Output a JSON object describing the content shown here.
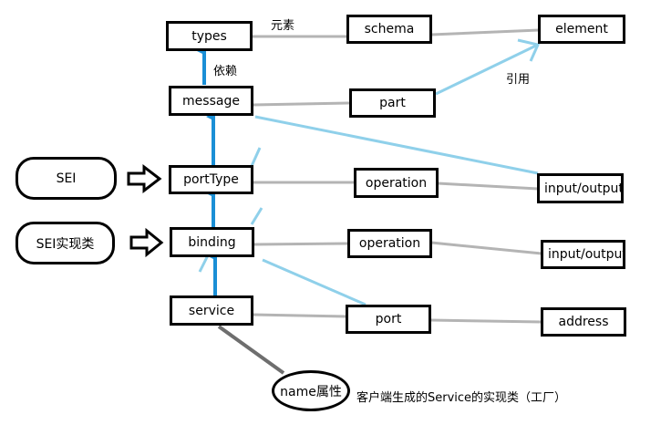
{
  "nodes": {
    "types": "types",
    "schema": "schema",
    "element": "element",
    "message": "message",
    "part": "part",
    "sei": "SEI",
    "porttype": "portType",
    "operation1": "operation",
    "io1": "input/output",
    "sei_impl": "SEI实现类",
    "binding": "binding",
    "operation2": "operation",
    "io2": "input/output",
    "service": "service",
    "port": "port",
    "address": "address",
    "name_attr": "name属性"
  },
  "labels": {
    "yuansu": "元素",
    "yilai": "依赖",
    "yinyong": "引用",
    "client_note": "客户端生成的Service的实现类（工厂）"
  },
  "colors": {
    "blue_arrow": "#1a8fd6",
    "light_blue_arrow": "#8fd0ea",
    "gray_line": "#b4b4b4",
    "dark_gray_line": "#6e6e6e"
  }
}
